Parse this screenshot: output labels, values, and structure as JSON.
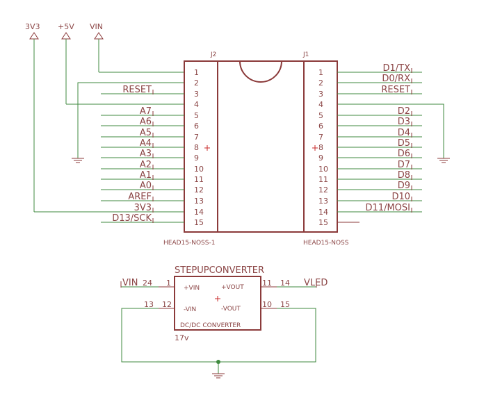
{
  "supplies": {
    "v3v3": "3V3",
    "v5": "+5V",
    "vin": "VIN"
  },
  "j2": {
    "ref": "J2",
    "value": "HEAD15-NOSS-1",
    "pins": [
      {
        "num": "1",
        "net": ""
      },
      {
        "num": "2",
        "net": ""
      },
      {
        "num": "3",
        "net": "RESET"
      },
      {
        "num": "4",
        "net": ""
      },
      {
        "num": "5",
        "net": "A7"
      },
      {
        "num": "6",
        "net": "A6"
      },
      {
        "num": "7",
        "net": "A5"
      },
      {
        "num": "8",
        "net": "A4"
      },
      {
        "num": "9",
        "net": "A3"
      },
      {
        "num": "10",
        "net": "A2"
      },
      {
        "num": "11",
        "net": "A1"
      },
      {
        "num": "12",
        "net": "A0"
      },
      {
        "num": "13",
        "net": "AREF"
      },
      {
        "num": "14",
        "net": "3V3"
      },
      {
        "num": "15",
        "net": "D13/SCK"
      }
    ]
  },
  "j1": {
    "ref": "J1",
    "value": "HEAD15-NOSS",
    "pins": [
      {
        "num": "1",
        "net": "D1/TX"
      },
      {
        "num": "2",
        "net": "D0/RX"
      },
      {
        "num": "3",
        "net": "RESET"
      },
      {
        "num": "4",
        "net": ""
      },
      {
        "num": "5",
        "net": "D2"
      },
      {
        "num": "6",
        "net": "D3"
      },
      {
        "num": "7",
        "net": "D4"
      },
      {
        "num": "8",
        "net": "D5"
      },
      {
        "num": "9",
        "net": "D6"
      },
      {
        "num": "10",
        "net": "D7"
      },
      {
        "num": "11",
        "net": "D8"
      },
      {
        "num": "12",
        "net": "D9"
      },
      {
        "num": "13",
        "net": "D10"
      },
      {
        "num": "14",
        "net": "D11/MOSI"
      },
      {
        "num": "15",
        "net": ""
      }
    ]
  },
  "converter": {
    "name": "STEPUPCONVERTER",
    "label": "DC/DC CONVERTER",
    "value": "17v",
    "pin_plus_vin": "+VIN",
    "pin_minus_vin": "-VIN",
    "pin_plus_vout": "+VOUT",
    "pin_minus_vout": "-VOUT",
    "num_plus_vin": "1",
    "num_minus_vin": "12",
    "num_plus_vout": "11",
    "num_minus_vout": "10",
    "wire_num_vin": "24",
    "wire_num_gnd_in": "13",
    "wire_num_vled": "14",
    "wire_num_gnd_out": "15",
    "net_in": "VIN",
    "net_out": "VLED"
  }
}
